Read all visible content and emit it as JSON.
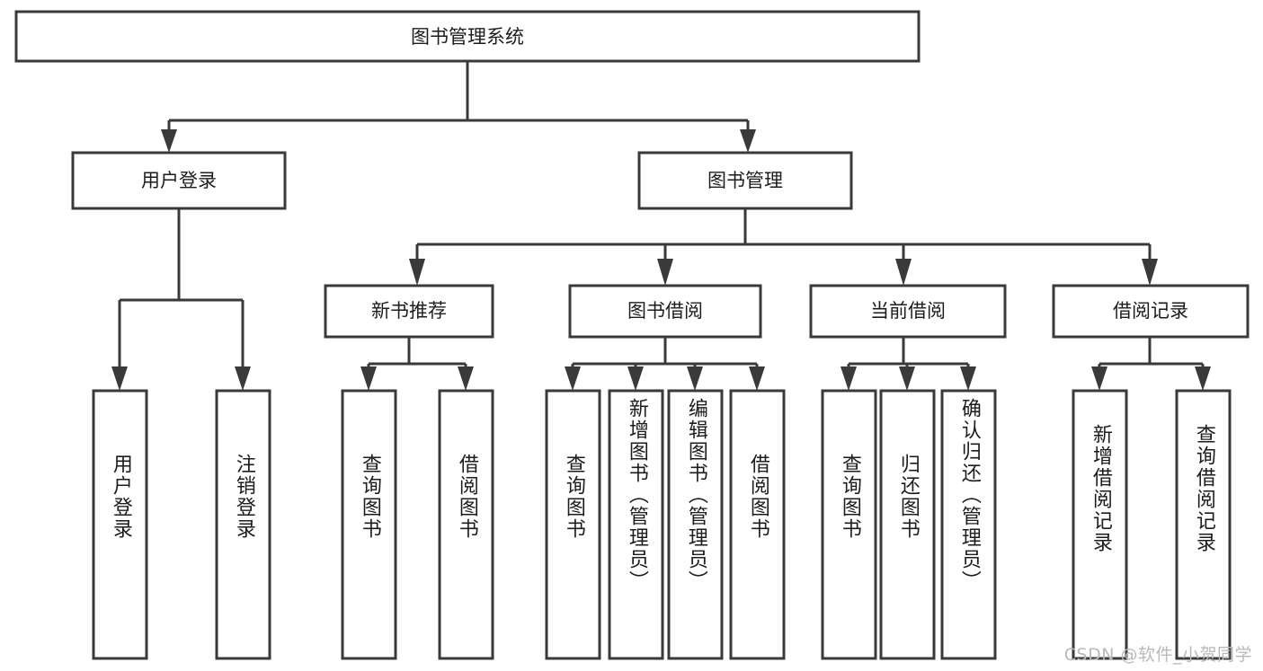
{
  "diagram": {
    "kind": "function-structure-tree",
    "title": "图书管理系统",
    "root": {
      "label": "图书管理系统"
    },
    "level2": [
      {
        "label": "用户登录"
      },
      {
        "label": "图书管理"
      }
    ],
    "level3": [
      {
        "label": "新书推荐"
      },
      {
        "label": "图书借阅"
      },
      {
        "label": "当前借阅"
      },
      {
        "label": "借阅记录"
      }
    ],
    "leaves": {
      "user_login": [
        {
          "label": "用户登录"
        },
        {
          "label": "注销登录"
        }
      ],
      "new_book_recommend": [
        {
          "label": "查询图书"
        },
        {
          "label": "借阅图书"
        }
      ],
      "book_borrow": [
        {
          "label": "查询图书"
        },
        {
          "label": "新增图书（管理员）"
        },
        {
          "label": "编辑图书（管理员）"
        },
        {
          "label": "借阅图书"
        }
      ],
      "current_borrow": [
        {
          "label": "查询图书"
        },
        {
          "label": "归还图书"
        },
        {
          "label": "确认归还（管理员）"
        }
      ],
      "borrow_record": [
        {
          "label": "新增借阅记录"
        },
        {
          "label": "查询借阅记录"
        }
      ]
    },
    "watermark": "CSDN @软件_小贺同学",
    "colors": {
      "box_stroke": "#3a3a3a",
      "box_fill": "#ffffff",
      "text": "#1c1c1c",
      "watermark": "#b9b9b9",
      "canvas": "#ffffff"
    }
  }
}
